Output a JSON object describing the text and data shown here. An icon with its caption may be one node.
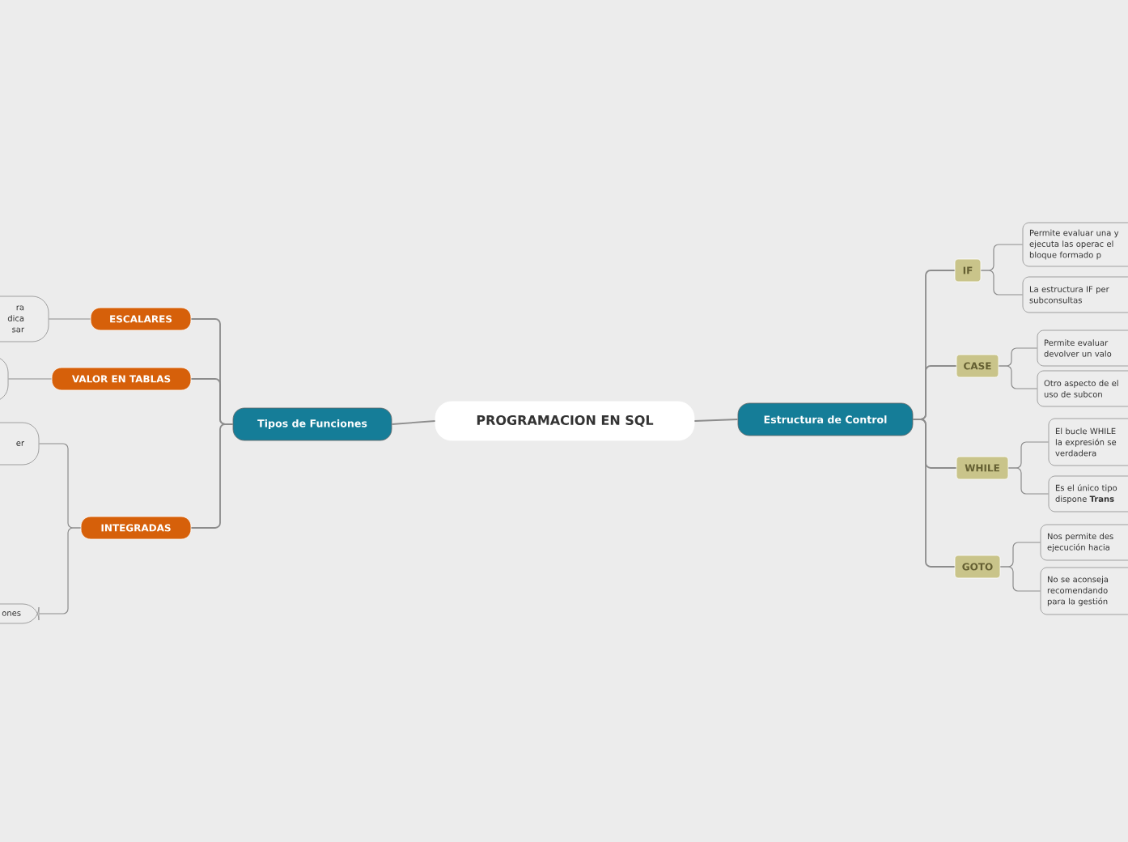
{
  "diagram": {
    "nodes": [
      {
        "text": [
          "PROGRAMACION EN SQL"
        ]
      },
      {
        "text": [
          "Tipos de Funciones"
        ]
      },
      {
        "text": [
          "ESCALARES"
        ]
      },
      {
        "text": [
          "ra dica sar"
        ]
      },
      {
        "text": [
          "VALOR EN TABLAS"
        ]
      },
      {
        "text": [],
        "shape": "box"
      },
      {
        "text": [
          "INTEGRADAS"
        ]
      },
      {
        "text": [
          "er"
        ]
      },
      {
        "text": [
          "ones"
        ]
      },
      {
        "text": [
          "Estructura de Control"
        ]
      },
      {
        "text": [
          "IF"
        ]
      },
      {
        "text": [
          "Permite evaluar una y ejecuta las operac el bloque formado p"
        ]
      },
      {
        "text": [
          "La estructura IF per subconsultas"
        ]
      },
      {
        "text": [
          "CASE"
        ]
      },
      {
        "text": [
          "Permite evaluar devolver un valo"
        ]
      },
      {
        "text": [
          "Otro aspecto de el uso de subcon"
        ]
      },
      {
        "text": [
          "WHILE"
        ]
      },
      {
        "text": [
          "El bucle WHILE la expresión se verdadera"
        ]
      },
      {
        "text": [
          "Es el único tipo dispone **Trans**"
        ]
      },
      {
        "text": [
          "GOTO"
        ]
      },
      {
        "text": [
          "Nos permite des ejecución hacia"
        ]
      },
      {
        "text": [
          "No se aconseja recomendando para la gestión"
        ]
      }
    ],
    "edges": [
      {
        "from": 0,
        "to": 1,
        "arrow": "none"
      },
      {
        "from": 1,
        "to": 2,
        "arrow": "none"
      },
      {
        "from": 1,
        "to": 4,
        "arrow": "none"
      },
      {
        "from": 1,
        "to": 6,
        "arrow": "none"
      },
      {
        "from": 2,
        "to": 3,
        "arrow": "none"
      },
      {
        "from": 4,
        "to": 5,
        "arrow": "none"
      },
      {
        "from": 6,
        "to": 7,
        "arrow": "none"
      },
      {
        "from": 6,
        "to": 8,
        "arrow": "none"
      },
      {
        "from": 0,
        "to": 9,
        "arrow": "none"
      },
      {
        "from": 9,
        "to": 10,
        "arrow": "none"
      },
      {
        "from": 9,
        "to": 13,
        "arrow": "none"
      },
      {
        "from": 9,
        "to": 16,
        "arrow": "none"
      },
      {
        "from": 9,
        "to": 19,
        "arrow": "none"
      },
      {
        "from": 10,
        "to": 11,
        "arrow": "none"
      },
      {
        "from": 10,
        "to": 12,
        "arrow": "none"
      },
      {
        "from": 13,
        "to": 14,
        "arrow": "none"
      },
      {
        "from": 13,
        "to": 15,
        "arrow": "none"
      },
      {
        "from": 16,
        "to": 17,
        "arrow": "none"
      },
      {
        "from": 16,
        "to": 18,
        "arrow": "none"
      },
      {
        "from": 19,
        "to": 20,
        "arrow": "none"
      },
      {
        "from": 19,
        "to": 21,
        "arrow": "none"
      }
    ]
  }
}
